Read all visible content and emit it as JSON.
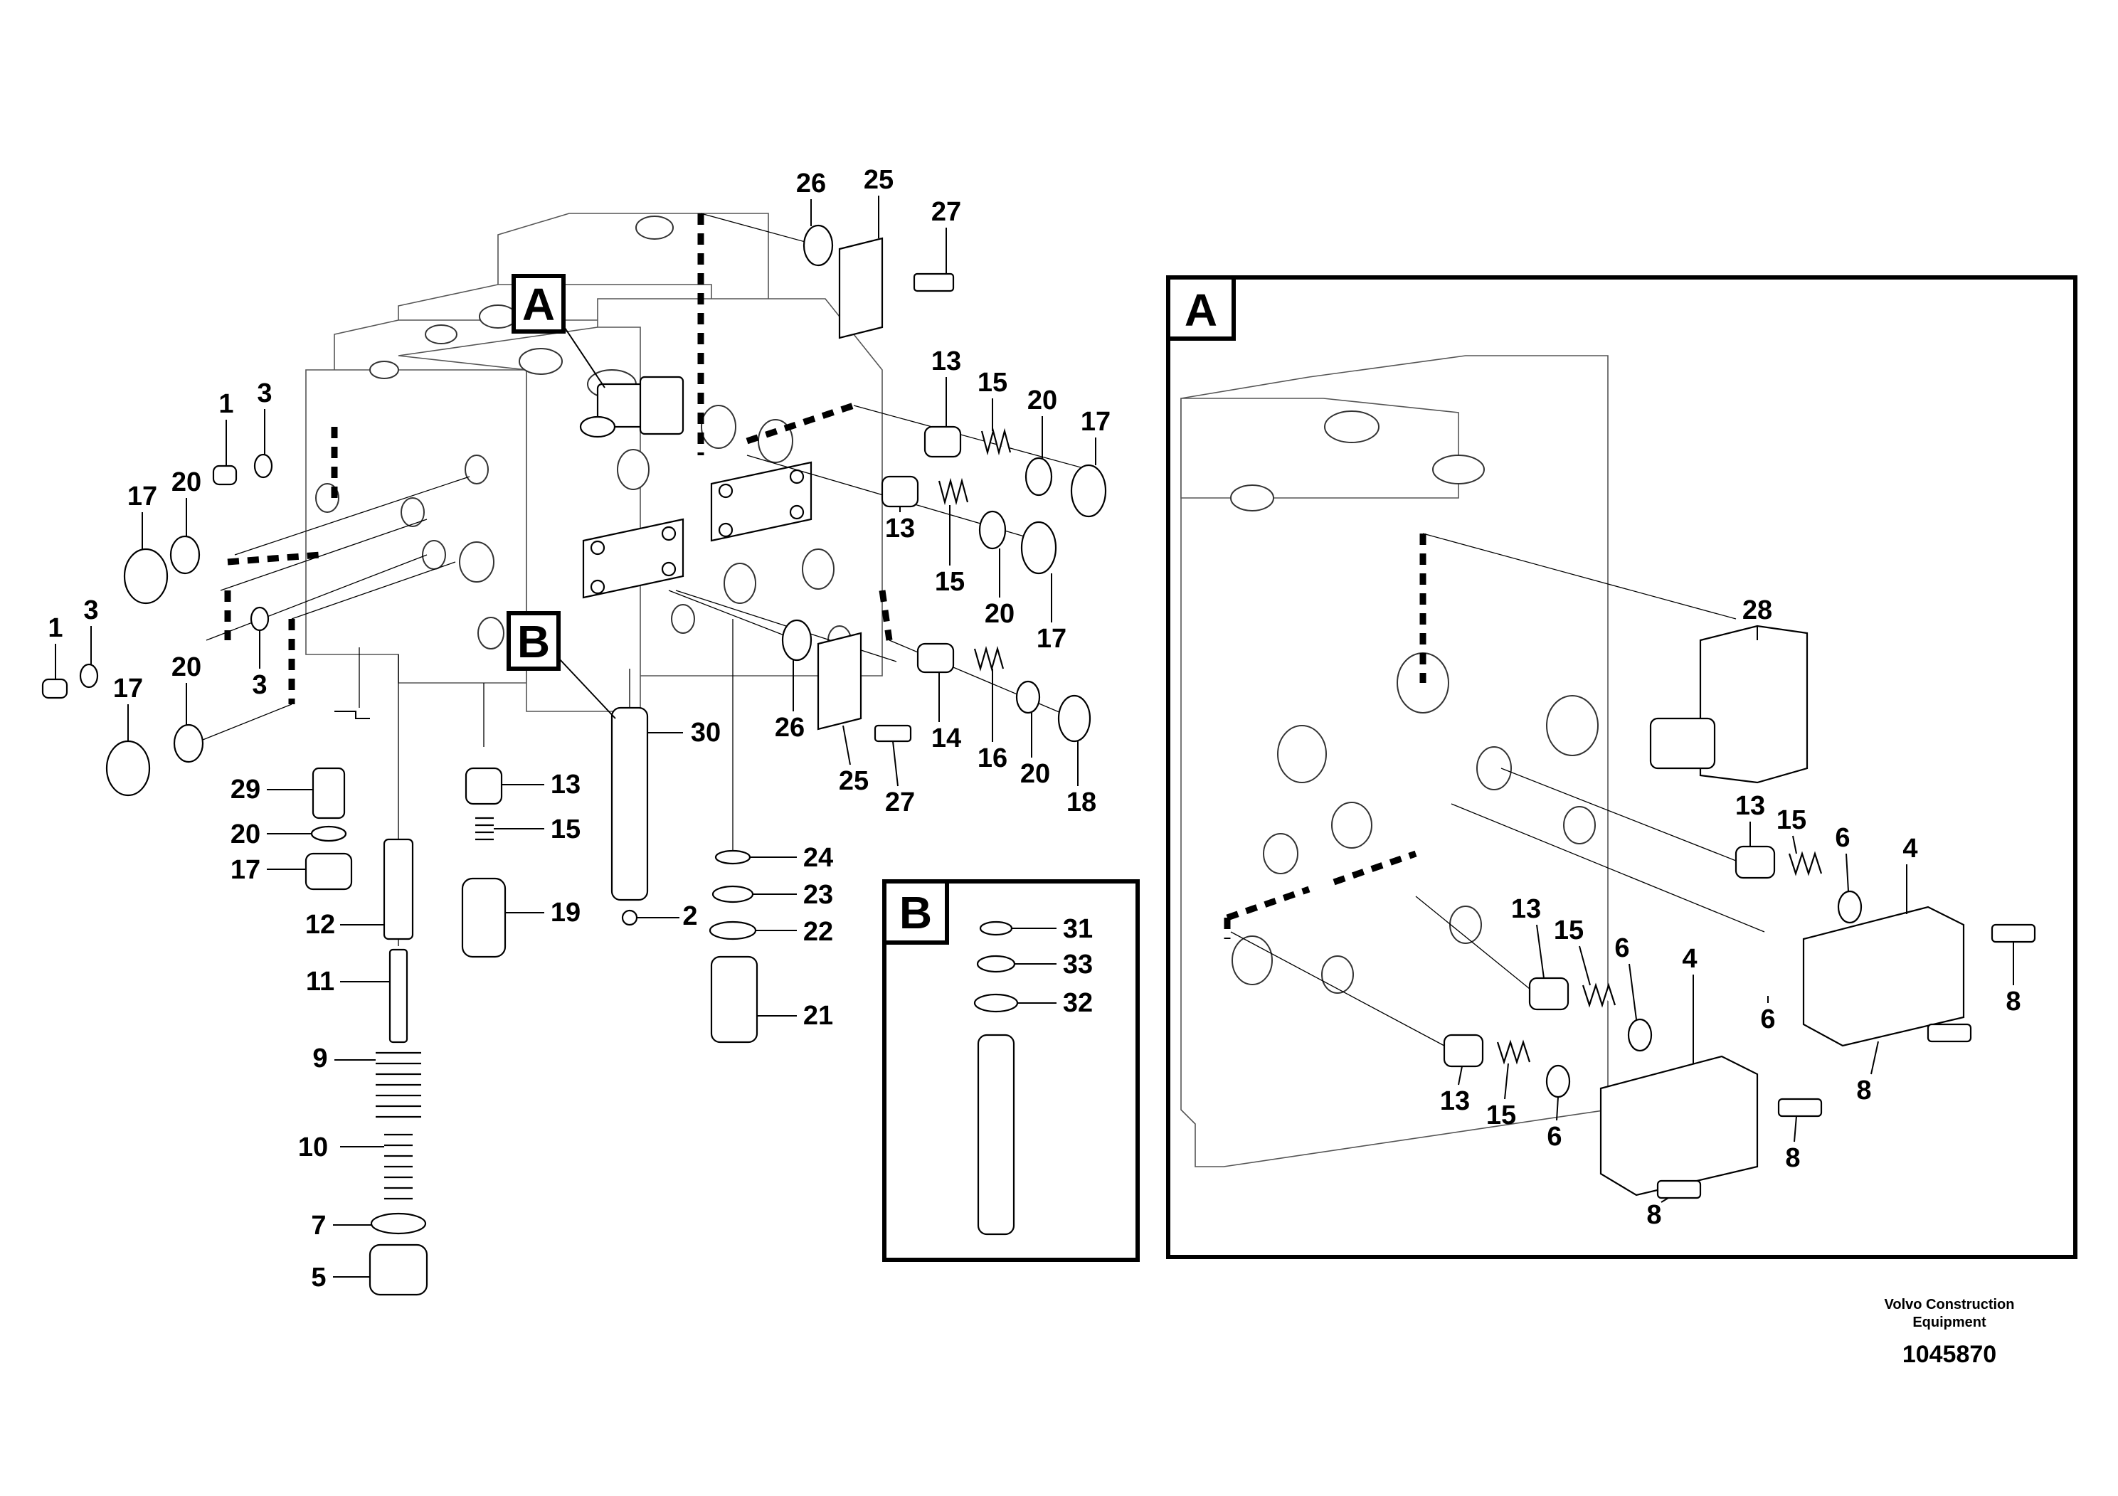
{
  "callouts": {
    "A_main": "A",
    "B_main": "B",
    "A_panel": "A",
    "B_panel": "B"
  },
  "labels": [
    {
      "id": "l26a",
      "text": "26"
    },
    {
      "id": "l25a",
      "text": "25"
    },
    {
      "id": "l27a",
      "text": "27"
    },
    {
      "id": "l13a",
      "text": "13"
    },
    {
      "id": "l15a",
      "text": "15"
    },
    {
      "id": "l20a",
      "text": "20"
    },
    {
      "id": "l17a",
      "text": "17"
    },
    {
      "id": "l13b",
      "text": "13"
    },
    {
      "id": "l15b",
      "text": "15"
    },
    {
      "id": "l20b",
      "text": "20"
    },
    {
      "id": "l17b",
      "text": "17"
    },
    {
      "id": "l14",
      "text": "14"
    },
    {
      "id": "l16",
      "text": "16"
    },
    {
      "id": "l20c",
      "text": "20"
    },
    {
      "id": "l18",
      "text": "18"
    },
    {
      "id": "l26b",
      "text": "26"
    },
    {
      "id": "l25b",
      "text": "25"
    },
    {
      "id": "l27b",
      "text": "27"
    },
    {
      "id": "l1a",
      "text": "1"
    },
    {
      "id": "l3a",
      "text": "3"
    },
    {
      "id": "l17c",
      "text": "17"
    },
    {
      "id": "l20d",
      "text": "20"
    },
    {
      "id": "l1b",
      "text": "1"
    },
    {
      "id": "l3b",
      "text": "3"
    },
    {
      "id": "l3c",
      "text": "3"
    },
    {
      "id": "l17d",
      "text": "17"
    },
    {
      "id": "l20e",
      "text": "20"
    },
    {
      "id": "l29",
      "text": "29"
    },
    {
      "id": "l20f",
      "text": "20"
    },
    {
      "id": "l17e",
      "text": "17"
    },
    {
      "id": "l12",
      "text": "12"
    },
    {
      "id": "l11",
      "text": "11"
    },
    {
      "id": "l9",
      "text": "9"
    },
    {
      "id": "l10",
      "text": "10"
    },
    {
      "id": "l7",
      "text": "7"
    },
    {
      "id": "l5",
      "text": "5"
    },
    {
      "id": "l13c",
      "text": "13"
    },
    {
      "id": "l15c",
      "text": "15"
    },
    {
      "id": "l19",
      "text": "19"
    },
    {
      "id": "l30",
      "text": "30"
    },
    {
      "id": "l2",
      "text": "2"
    },
    {
      "id": "l24",
      "text": "24"
    },
    {
      "id": "l23",
      "text": "23"
    },
    {
      "id": "l22",
      "text": "22"
    },
    {
      "id": "l21",
      "text": "21"
    },
    {
      "id": "l31",
      "text": "31"
    },
    {
      "id": "l33",
      "text": "33"
    },
    {
      "id": "l32",
      "text": "32"
    },
    {
      "id": "l28",
      "text": "28"
    },
    {
      "id": "l13d",
      "text": "13"
    },
    {
      "id": "l15d",
      "text": "15"
    },
    {
      "id": "l6a",
      "text": "6"
    },
    {
      "id": "l4a",
      "text": "4"
    },
    {
      "id": "l8a",
      "text": "8"
    },
    {
      "id": "l6b",
      "text": "6"
    },
    {
      "id": "l8b",
      "text": "8"
    },
    {
      "id": "l13e",
      "text": "13"
    },
    {
      "id": "l15e",
      "text": "15"
    },
    {
      "id": "l6c",
      "text": "6"
    },
    {
      "id": "l4b",
      "text": "4"
    },
    {
      "id": "l8c",
      "text": "8"
    },
    {
      "id": "l13f",
      "text": "13"
    },
    {
      "id": "l15f",
      "text": "15"
    },
    {
      "id": "l6d",
      "text": "6"
    },
    {
      "id": "l8d",
      "text": "8"
    }
  ],
  "footer": {
    "company_line1": "Volvo Construction",
    "company_line2": "Equipment",
    "drawing_number": "1045870"
  }
}
